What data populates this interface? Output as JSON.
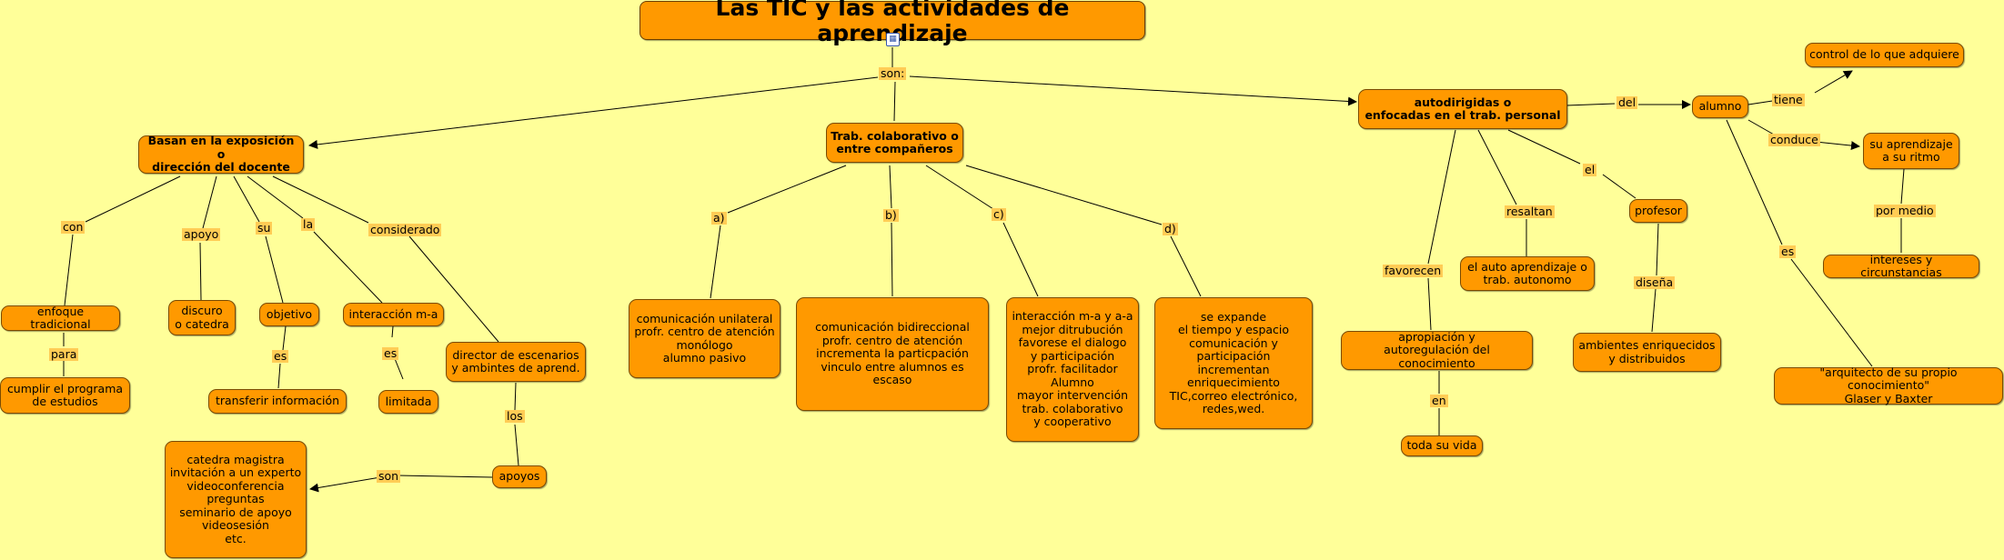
{
  "title": "Las TIC y las actividades de aprendizaje",
  "title_icon": "resource-icon",
  "colors": {
    "background": "#ffff99",
    "node": "#ff9900",
    "label": "#ffcc55",
    "line": "#000000"
  },
  "nodes": {
    "basan": "Basan en la exposición o\ndirección del docente",
    "trab": "Trab. colaborativo o\nentre compañeros",
    "autodirigidas": "autodirigidas o\nenfocadas  en el  trab. personal",
    "alumno": "alumno",
    "control": "control de lo que adquiere",
    "su_aprendizaje": "su aprendizaje\na su ritmo",
    "intereses": "intereses y circunstancias",
    "arquitecto": "\"arquitecto de su propio conocimiento\"\nGlaser y Baxter",
    "enfoque": "enfoque tradicional",
    "cumplir": "cumplir  el programa\nde estudios",
    "discurso": "discuro\no catedra",
    "objetivo": "objetivo",
    "transferir": "transferir información",
    "interaccion_ma": "interacción m-a",
    "limitada": "limitada",
    "director": "director de escenarios\ny ambintes de aprend.",
    "apoyos": "apoyos",
    "catedra": "catedra magistra\ninvitación a un experto\nvideoconferencia\npreguntas\nseminario de apoyo\nvideosesión\netc.",
    "com_unilateral": "comunicación unilateral\nprofr. centro de atención\nmonólogo\nalumno pasivo",
    "com_bidireccional": "comunicación bidireccional\nprofr. centro de atención\nincrementa la particpación\nvinculo entre alumnos es escaso",
    "interaccion_mejor": "interacción m-a y a-a\nmejor ditrubución\nfavorese el dialogo\ny participación\nprofr. facilitador\nAlumno\nmayor intervención\ntrab. colaborativo\ny cooperativo",
    "se_expande": "se expande\nel tiempo y espacio\ncomunicación y\nparticipación incrementan\nenriquecimiento\nTIC,correo electrónico,\nredes,wed.",
    "autoaprendizaje": "el auto aprendizaje o\ntrab. autonomo",
    "profesor": "profesor",
    "apropiacion": "apropiación y\nautoregulación del conocimiento",
    "ambientes": "ambientes  enriquecidos\ny distribuidos",
    "toda_vida": "toda su vida"
  },
  "labels": {
    "son_top": "son:",
    "del": "del",
    "tiene": "tiene",
    "conduce": "conduce",
    "por_medio": "por medio",
    "es_arquitecto": "es",
    "con": "con",
    "para": "para",
    "apoyo": "apoyo",
    "su": "su",
    "es_transferir": "es",
    "la": "la",
    "es_limitada": "es",
    "considerado": "considerado",
    "los": "los",
    "son_apoyos": "son",
    "a": "a)",
    "b": "b)",
    "c": "c)",
    "d": "d)",
    "resaltan": "resaltan",
    "el": "el",
    "favorecen": "favorecen",
    "disena": "diseña",
    "en": "en"
  }
}
